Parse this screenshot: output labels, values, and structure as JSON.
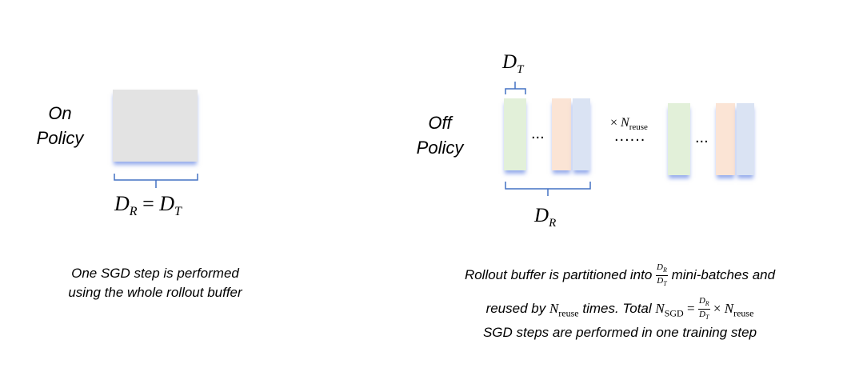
{
  "on_policy": {
    "label_line1": "On",
    "label_line2": "Policy",
    "brace_label_D": "D",
    "brace_label_R_sub": "R",
    "brace_label_eq": " = ",
    "brace_label_D2": "D",
    "brace_label_T_sub": "T",
    "caption_line1": "One SGD step is performed",
    "caption_line2": "using the whole rollout buffer"
  },
  "off_policy": {
    "label_line1": "Off",
    "label_line2": "Policy",
    "top_brace_D": "D",
    "top_brace_T_sub": "T",
    "bottom_brace_D": "D",
    "bottom_brace_R_sub": "R",
    "ellipsis": "...",
    "middle_dots": "......",
    "times_label_times": "× ",
    "times_label_N": "N",
    "times_label_sub": "reuse",
    "caption_line1_pre": "Rollout buffer is partitioned into ",
    "caption_line1_post": " mini-batches and",
    "caption_frac_num": "D",
    "caption_frac_num_sub": "R",
    "caption_frac_den": "D",
    "caption_frac_den_sub": "T",
    "caption_line2_pre": "reused by ",
    "caption_line2_N": "N",
    "caption_line2_N_sub": "reuse",
    "caption_line2_mid": " times. Total ",
    "caption_line2_Nsgd": "N",
    "caption_line2_Nsgd_sub": "SGD",
    "caption_line2_eq": " = ",
    "caption_line2_times": " × ",
    "caption_line2_N2": "N",
    "caption_line2_N2_sub": "reuse",
    "caption_line3": "SGD steps are performed in one training step"
  },
  "colors": {
    "gray_block": "#e3e3e3",
    "green_bar": "#e2f0d9",
    "orange_bar": "#fbe4d5",
    "blue_bar": "#dae3f3",
    "brace": "#4472c4"
  }
}
